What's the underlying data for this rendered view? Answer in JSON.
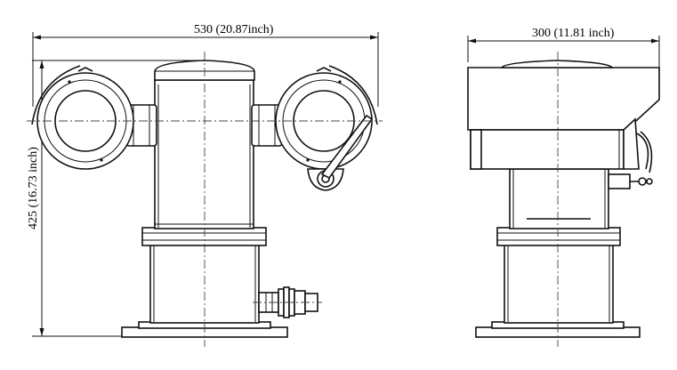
{
  "dimensions": {
    "width_front": "530 (20.87inch)",
    "height_front": "425 (16.73 inch)",
    "width_side": "300 (11.81 inch)"
  }
}
